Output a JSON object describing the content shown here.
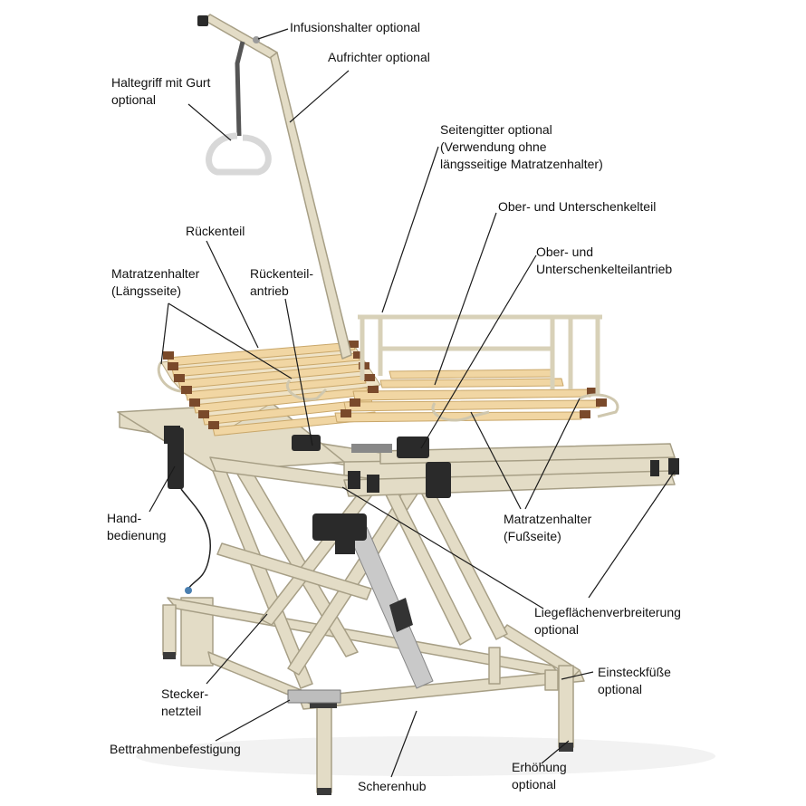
{
  "labels": {
    "infusionshalter": "Infusionshalter optional",
    "aufrichter": "Aufrichter optional",
    "haltegriff": "Haltegriff mit Gurt\noptional",
    "seitengitter": "Seitengitter optional\n(Verwendung ohne\nlängsseitige Matratzenhalter)",
    "ober_unterschenkelteil": "Ober- und Unterschenkelteil",
    "rueckenteil": "Rückenteil",
    "ober_unterschenkel_antrieb": "Ober- und\nUnterschenkelteilantrieb",
    "matratzenhalter_laengs": "Matratzenhalter\n(Längsseite)",
    "rueckenteil_antrieb": "Rückenteil-\nantrieb",
    "handbedienung": "Hand-\nbedienung",
    "matratzenhalter_fuss": "Matratzenhalter\n(Fußseite)",
    "liegeflaechen": "Liegeflächenverbreiterung\noptional",
    "einsteckfuesse": "Einsteckfüße\noptional",
    "steckernetzteil": "Stecker-\nnetzteil",
    "bettrahmen": "Bettrahmenbefestigung",
    "erhoehung": "Erhöhung\noptional",
    "scherenhub": "Scherenhub"
  },
  "colors": {
    "frame": "#e3dcc6",
    "frame_edge": "#a79f86",
    "slat": "#f1d6a3",
    "slat_cap": "#7a4a2b",
    "leader": "#1a1a1a",
    "motor": "#2a2a2a",
    "aluminium": "#c9c9c9"
  }
}
